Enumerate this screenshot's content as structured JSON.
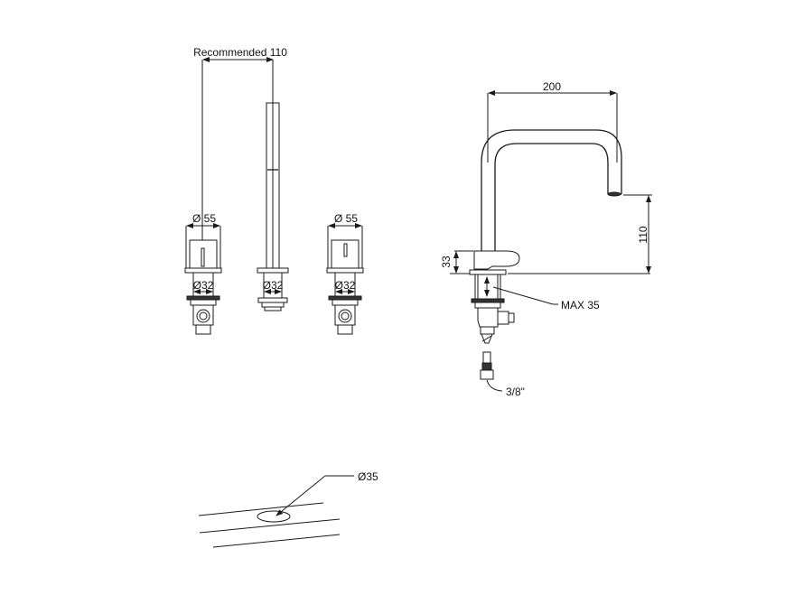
{
  "diagram": {
    "type": "technical-drawing",
    "subject": "three-hole deck-mounted faucet",
    "front_view": {
      "spacing_label": "Recommended 110",
      "left_handle": {
        "diameter_label": "Ø 55",
        "shank_label": "Ø32"
      },
      "center_spout": {
        "shank_label": "Ø32"
      },
      "right_handle": {
        "diameter_label": "Ø 55",
        "shank_label": "Ø32"
      }
    },
    "side_view": {
      "reach_label": "200",
      "height_label": "110",
      "handle_height_label": "33",
      "deck_thickness_label": "MAX 35",
      "connection_label": "3/8\""
    },
    "cutout_view": {
      "hole_label": "Ø35"
    }
  }
}
